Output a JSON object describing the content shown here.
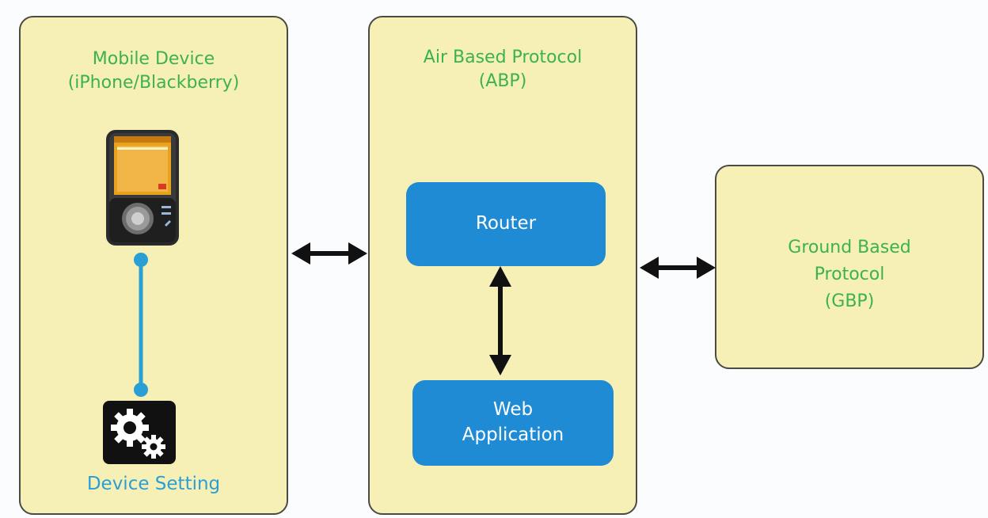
{
  "mobile_panel": {
    "title_line1": "Mobile Device",
    "title_line2": "(iPhone/Blackberry)",
    "device_setting_label": "Device Setting"
  },
  "abp_panel": {
    "title_line1": "Air Based Protocol",
    "title_line2": "(ABP)",
    "router_label": "Router",
    "web_app_line1": "Web",
    "web_app_line2": "Application"
  },
  "gbp_panel": {
    "title_line1": "Ground Based",
    "title_line2": "Protocol",
    "title_line3": "(GBP)"
  },
  "colors": {
    "panel_fill": "#f7f0b6",
    "panel_border": "#4a4a45",
    "title_green": "#3cb34a",
    "box_blue": "#1e8bd4",
    "connector_blue": "#2a9fd6",
    "arrow_black": "#111111"
  },
  "icons": {
    "device": "mobile-phone-icon",
    "settings": "gears-icon"
  }
}
